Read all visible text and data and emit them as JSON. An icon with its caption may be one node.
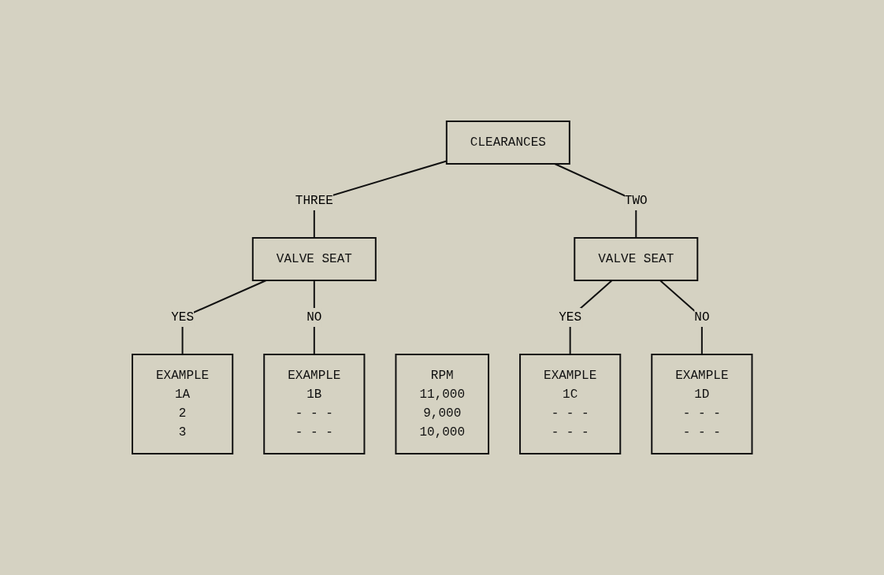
{
  "diagram": {
    "nodes": [
      {
        "text": [
          "CLEARANCES"
        ]
      },
      {
        "text": [
          "VALVE SEAT"
        ]
      },
      {
        "text": [
          "VALVE SEAT"
        ]
      },
      {
        "text": [
          "EXAMPLE",
          "1A",
          "2",
          "3"
        ]
      },
      {
        "text": [
          "EXAMPLE",
          "1B",
          "- - -",
          "- - -"
        ]
      },
      {
        "text": [
          "RPM",
          "11,000",
          "9,000",
          "10,000"
        ]
      },
      {
        "text": [
          "EXAMPLE",
          "1C",
          "- - -",
          "- - -"
        ]
      },
      {
        "text": [
          "EXAMPLE",
          "1D",
          "- - -",
          "- - -"
        ]
      }
    ],
    "edges": [
      {
        "from": 0,
        "to": 1,
        "arrow": "none",
        "label": "THREE"
      },
      {
        "from": 0,
        "to": 2,
        "arrow": "none",
        "label": "TWO"
      },
      {
        "from": 1,
        "to": 3,
        "arrow": "none",
        "label": "YES"
      },
      {
        "from": 1,
        "to": 4,
        "arrow": "none",
        "label": "NO"
      },
      {
        "from": 2,
        "to": 6,
        "arrow": "none",
        "label": "YES"
      },
      {
        "from": 2,
        "to": 7,
        "arrow": "none",
        "label": "NO"
      }
    ]
  }
}
